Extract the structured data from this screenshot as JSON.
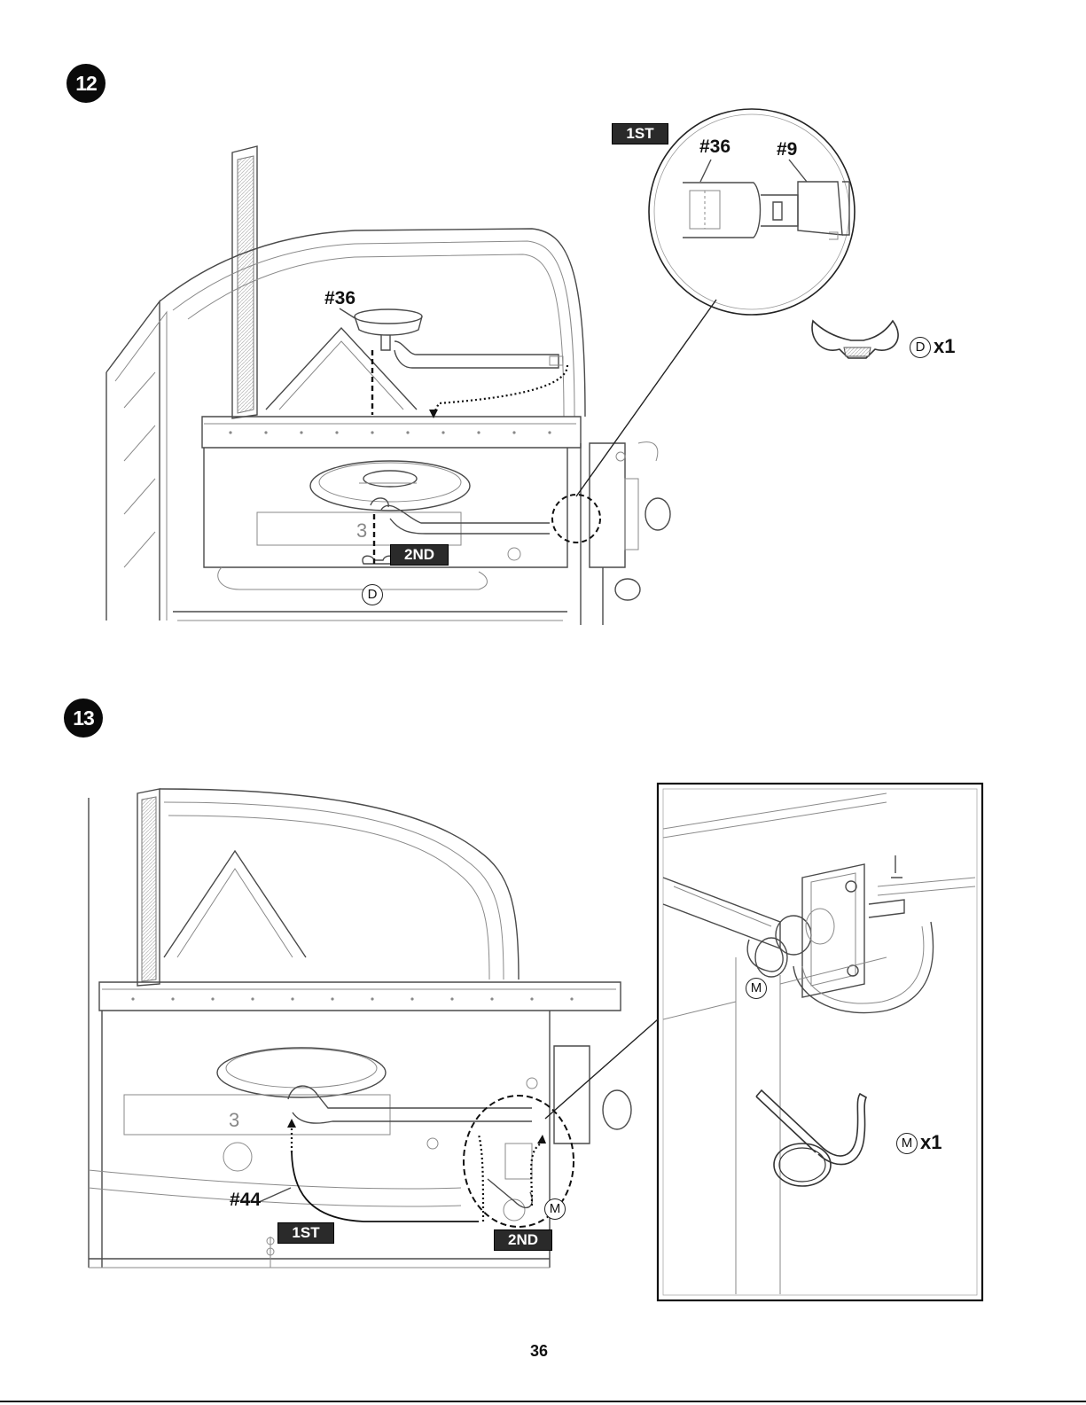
{
  "page_number": "36",
  "steps": [
    {
      "number": "12",
      "tags": {
        "first": "1ST",
        "second": "2ND"
      },
      "callouts": {
        "burner_label": "#36",
        "detail_label_a": "#36",
        "detail_label_b": "#9"
      },
      "hardware": {
        "letter": "D",
        "quantity": "x1",
        "icon": "wing-nut-icon"
      }
    },
    {
      "number": "13",
      "tags": {
        "first": "1ST",
        "second": "2ND"
      },
      "callouts": {
        "pin_label": "#44"
      },
      "hardware": {
        "letter": "M",
        "quantity": "x1",
        "icon": "hitch-pin-clip-icon"
      }
    }
  ]
}
